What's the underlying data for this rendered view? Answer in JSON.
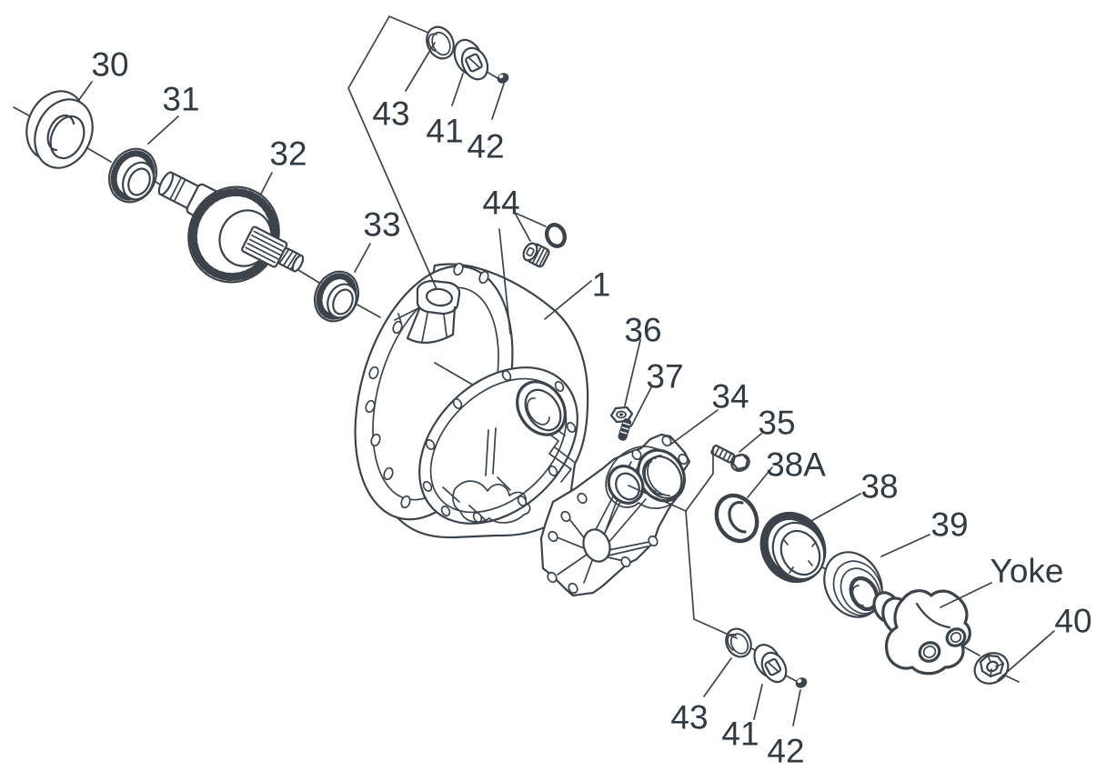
{
  "diagram": {
    "type": "exploded-parts-diagram",
    "colors": {
      "background": "#ffffff",
      "line": "#3c434b",
      "label_text": "#333a41"
    },
    "callouts": {
      "c30": "30",
      "c31": "31",
      "c32": "32",
      "c33": "33",
      "c43_top": "43",
      "c41_top": "41",
      "c42_top": "42",
      "c44": "44",
      "c1": "1",
      "c36": "36",
      "c37": "37",
      "c34": "34",
      "c35": "35",
      "c38a": "38A",
      "c38": "38",
      "c39": "39",
      "yoke": "Yoke",
      "c40": "40",
      "c43_bottom": "43",
      "c41_bottom": "41",
      "c42_bottom": "42"
    }
  }
}
